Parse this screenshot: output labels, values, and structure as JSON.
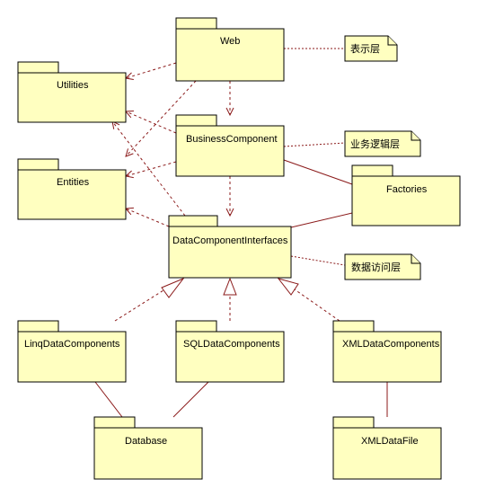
{
  "packages": {
    "web": "Web",
    "utilities": "Utilities",
    "entities": "Entities",
    "business_component": "BusinessComponent",
    "factories": "Factories",
    "data_component_interfaces": "DataComponentInterfaces",
    "linq_data_components": "LinqDataComponents",
    "sql_data_components": "SQLDataComponents",
    "xml_data_components": "XMLDataComponents",
    "database": "Database",
    "xml_data_file": "XMLDataFile"
  },
  "notes": {
    "presentation_layer": "表示层",
    "business_logic_layer": "业务逻辑层",
    "data_access_layer": "数据访问层"
  },
  "colors": {
    "package_fill": "#ffffc0",
    "outline": "#000000",
    "connector": "#8b1a1a"
  }
}
